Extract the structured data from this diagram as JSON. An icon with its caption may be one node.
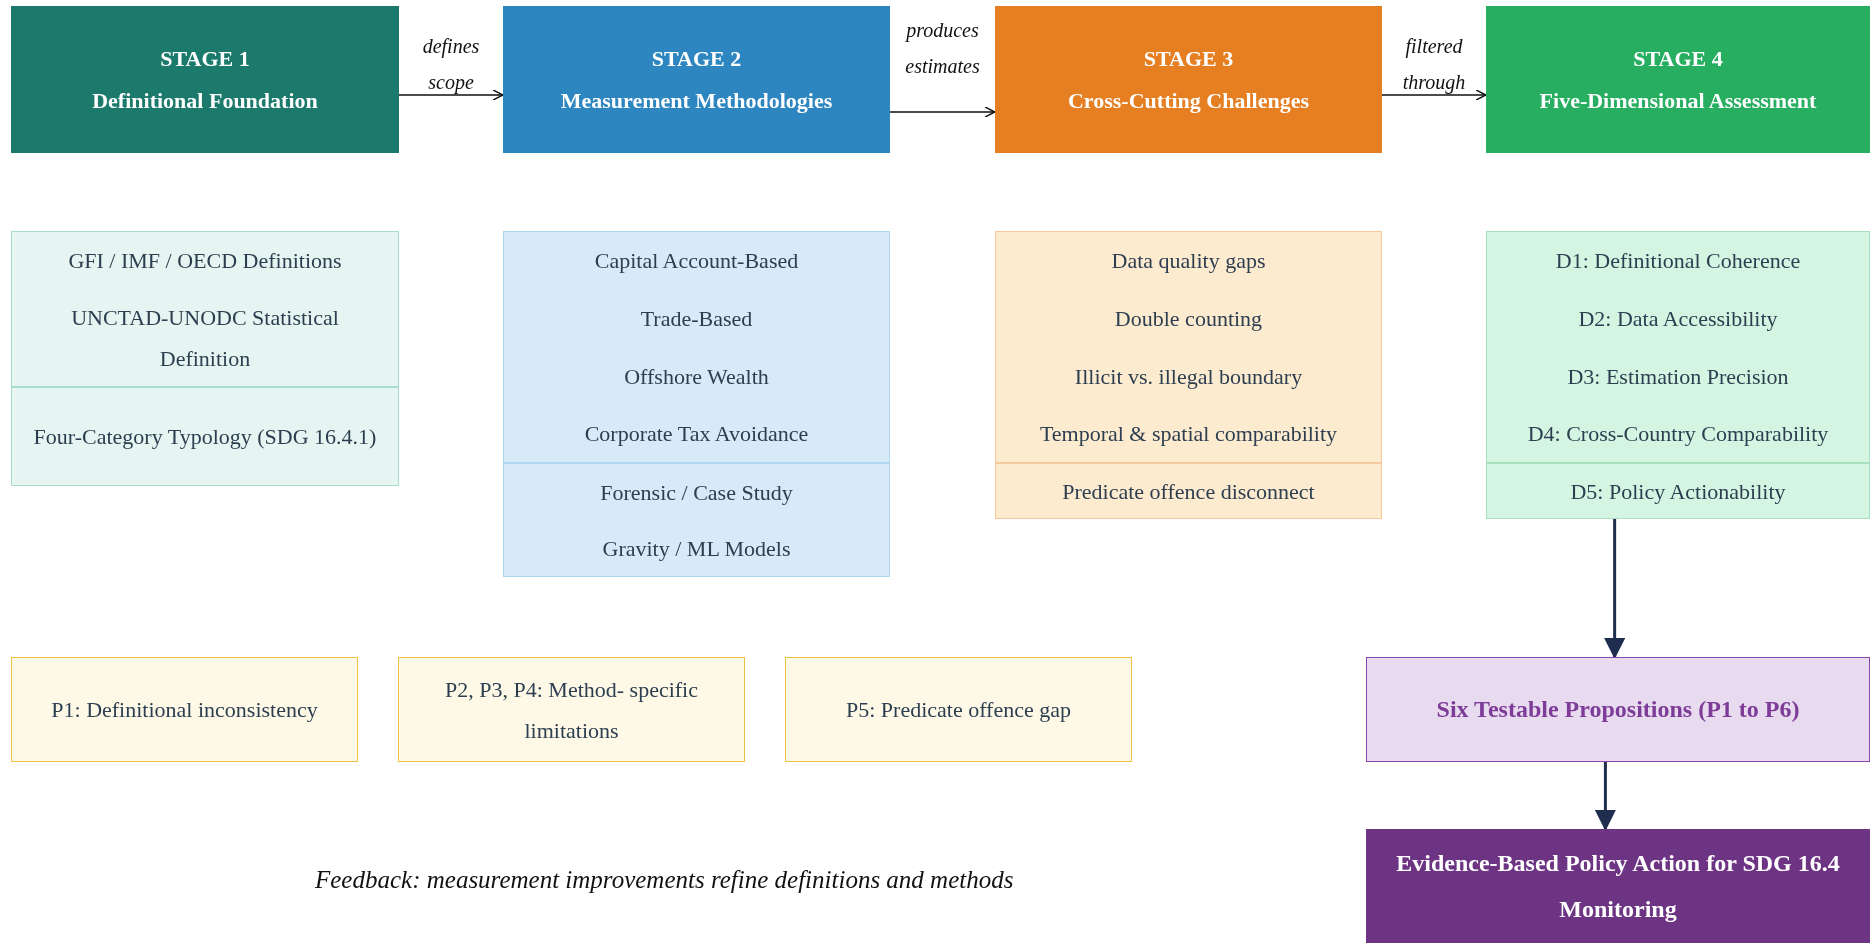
{
  "diagram": {
    "nodes": [
      {
        "text": [
          "STAGE 1",
          "Definitional Foundation"
        ]
      },
      {
        "text": [
          "STAGE 2",
          "Measurement Methodologies"
        ]
      },
      {
        "text": [
          "STAGE 3",
          "Cross-Cutting Challenges"
        ]
      },
      {
        "text": [
          "STAGE 4",
          "Five-Dimensional Assessment"
        ]
      },
      {
        "text": [
          "GFI / IMF / OECD Definitions"
        ]
      },
      {
        "text": [
          "UNCTAD-UNODC Statistical Definition"
        ]
      },
      {
        "text": [
          "Four-Category Typology (SDG 16.4.1)"
        ]
      },
      {
        "text": [
          "Capital Account-Based"
        ]
      },
      {
        "text": [
          "Trade-Based"
        ]
      },
      {
        "text": [
          "Offshore Wealth"
        ]
      },
      {
        "text": [
          "Corporate Tax Avoidance"
        ]
      },
      {
        "text": [
          "Forensic / Case Study"
        ]
      },
      {
        "text": [
          "Gravity / ML Models"
        ]
      },
      {
        "text": [
          "Data quality gaps"
        ]
      },
      {
        "text": [
          "Double counting"
        ]
      },
      {
        "text": [
          "Illicit vs. illegal boundary"
        ]
      },
      {
        "text": [
          "Temporal & spatial comparability"
        ]
      },
      {
        "text": [
          "Predicate offence disconnect"
        ]
      },
      {
        "text": [
          "D1: Definitional Coherence"
        ]
      },
      {
        "text": [
          "D2: Data Accessibility"
        ]
      },
      {
        "text": [
          "D3: Estimation Precision"
        ]
      },
      {
        "text": [
          "D4: Cross-Country Comparability"
        ]
      },
      {
        "text": [
          "D5: Policy Actionability"
        ]
      },
      {
        "text": [
          "P1: Definitional inconsistency"
        ]
      },
      {
        "text": [
          "P2, P3, P4: Method- specific limitations"
        ]
      },
      {
        "text": [
          "P5: Predicate offence gap"
        ]
      },
      {
        "text": [
          "Six Testable Propositions (P1 to P6)"
        ]
      },
      {
        "text": [
          "Evidence-Based Policy Action for SDG 16.4 Monitoring"
        ]
      }
    ],
    "edges": [
      {
        "from": 0,
        "to": 1,
        "arrow": "to",
        "label": "defines scope"
      },
      {
        "from": 1,
        "to": 2,
        "arrow": "to",
        "label": "produces estimates"
      },
      {
        "from": 2,
        "to": 3,
        "arrow": "to",
        "label": "filtered through"
      },
      {
        "from": 22,
        "to": 26,
        "arrow": "to"
      },
      {
        "from": 26,
        "to": 27,
        "arrow": "to"
      }
    ],
    "labels": [
      "Feedback: measurement improvements refine definitions and methods"
    ]
  }
}
